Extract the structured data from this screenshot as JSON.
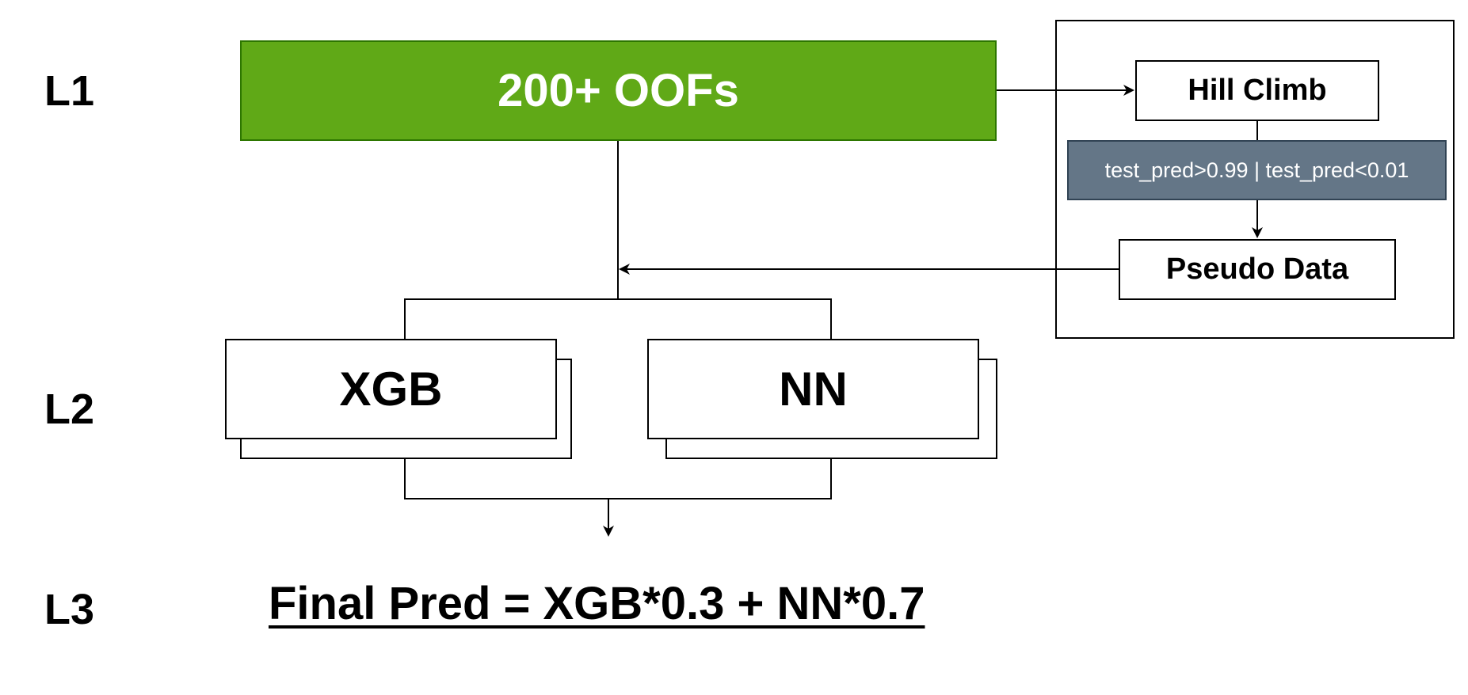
{
  "levels": {
    "l1": "L1",
    "l2": "L2",
    "l3": "L3"
  },
  "nodes": {
    "oofs": "200+ OOFs",
    "hill_climb": "Hill Climb",
    "filter": "test_pred>0.99 | test_pred<0.01",
    "pseudo_data": "Pseudo Data",
    "xgb": "XGB",
    "nn": "NN"
  },
  "final": "Final Pred = XGB*0.3 + NN*0.7",
  "colors": {
    "oofs_fill": "#60a917",
    "oofs_border": "#2d7600",
    "filter_fill": "#647687",
    "filter_border": "#314354",
    "line": "#000000"
  }
}
